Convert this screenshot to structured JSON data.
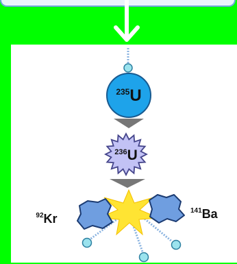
{
  "nuclei": {
    "u235": {
      "mass": "235",
      "symbol": "U",
      "color": "#1ea3ea"
    },
    "u236": {
      "mass": "236",
      "symbol": "U",
      "color": "#c2c2f5"
    }
  },
  "fragments": {
    "krypton": {
      "mass": "92",
      "symbol": "Kr",
      "color": "#6f9ee0"
    },
    "barium": {
      "mass": "141",
      "symbol": "Ba",
      "color": "#6f9ee0"
    }
  },
  "neutron_color": "#9be3ee",
  "flash_color": "#ffe433",
  "arrow_color": "#ffffff",
  "step_arrow_color": "#777777",
  "background_color": "#00ff00"
}
